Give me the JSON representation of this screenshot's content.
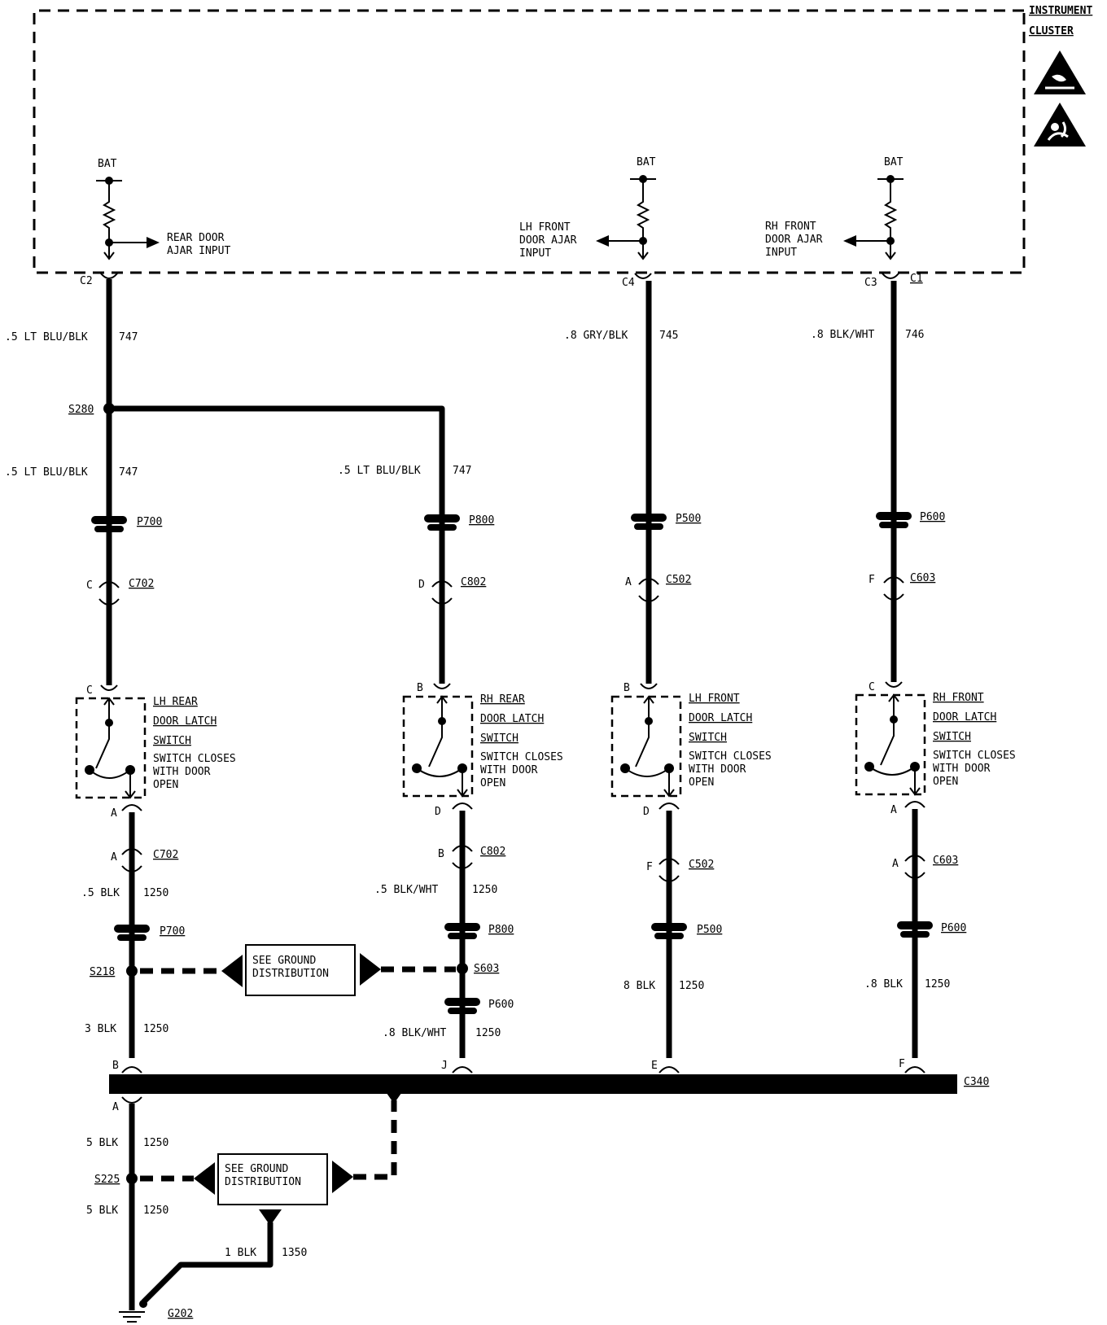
{
  "instrument_cluster": {
    "title_line1": "INSTRUMENT",
    "title_line2": "CLUSTER",
    "warning_icons": [
      "esd-sensitive-warning-icon",
      "airbag-warning-icon"
    ]
  },
  "bat_label": "BAT",
  "inputs": {
    "rear": [
      "REAR DOOR",
      "AJAR INPUT"
    ],
    "lh_front": [
      "LH FRONT",
      "DOOR AJAR",
      "INPUT"
    ],
    "rh_front": [
      "RH FRONT",
      "DOOR AJAR",
      "INPUT"
    ]
  },
  "cluster_connectors": {
    "c2": "C2",
    "c4": "C4",
    "c3": "C3",
    "c1": "C1"
  },
  "wire_labels": {
    "w747_a": ".5 LT BLU/BLK",
    "n747_a": "747",
    "w747_b": ".5 LT BLU/BLK",
    "n747_b": "747",
    "w747_c": ".5 LT BLU/BLK",
    "n747_c": "747",
    "w745": ".8 GRY/BLK",
    "n745": "745",
    "w746": ".8 BLK/WHT",
    "n746": "746",
    "g1": ".5 BLK",
    "g1n": "1250",
    "g2": ".5 BLK/WHT",
    "g2n": "1250",
    "g3": "3 BLK",
    "g3n": "1250",
    "g4": ".8 BLK/WHT",
    "g4n": "1250",
    "g5": "8 BLK",
    "g5n": "1250",
    "g6": ".8 BLK",
    "g6n": "1250",
    "g7": "5 BLK",
    "g7n": "1250",
    "g8": "5 BLK",
    "g8n": "1250",
    "g9": "1 BLK",
    "g9n": "1350"
  },
  "splices": {
    "s280": "S280",
    "s218": "S218",
    "s603": "S603",
    "s225": "S225"
  },
  "passthroughs": {
    "p700a": "P700",
    "p800a": "P800",
    "p500a": "P500",
    "p600a": "P600",
    "p700b": "P700",
    "p800b": "P800",
    "p500b": "P500",
    "p600b": "P600",
    "p600c": "P600"
  },
  "connectors": {
    "c702a": "C702",
    "c802a": "C802",
    "c502a": "C502",
    "c603a": "C603",
    "c702b": "C702",
    "c802b": "C802",
    "c502b": "C502",
    "c603b": "C603",
    "c340": "C340"
  },
  "pins": {
    "c702a": "C",
    "c802a": "D",
    "c502a": "A",
    "c603a": "F",
    "sw1_top": "C",
    "sw2_top": "B",
    "sw3_top": "B",
    "sw4_top": "C",
    "sw1_bot": "A",
    "sw2_bot": "D",
    "sw3_bot": "D",
    "sw4_bot": "A",
    "c702b": "A",
    "c802b": "B",
    "c502b": "F",
    "c603b": "A",
    "c340_b": "B",
    "c340_j": "J",
    "c340_e": "E",
    "c340_f": "F",
    "c340_a": "A"
  },
  "switches": [
    {
      "name": [
        "LH REAR",
        "DOOR LATCH",
        "SWITCH"
      ],
      "note": [
        "SWITCH CLOSES",
        "WITH DOOR",
        "OPEN"
      ]
    },
    {
      "name": [
        "RH REAR",
        "DOOR LATCH",
        "SWITCH"
      ],
      "note": [
        "SWITCH CLOSES",
        "WITH DOOR",
        "OPEN"
      ]
    },
    {
      "name": [
        "LH FRONT",
        "DOOR LATCH",
        "SWITCH"
      ],
      "note": [
        "SWITCH CLOSES",
        "WITH DOOR",
        "OPEN"
      ]
    },
    {
      "name": [
        "RH FRONT",
        "DOOR LATCH",
        "SWITCH"
      ],
      "note": [
        "SWITCH CLOSES",
        "WITH DOOR",
        "OPEN"
      ]
    }
  ],
  "ground_refs": {
    "upper": [
      "SEE GROUND",
      "DISTRIBUTION"
    ],
    "lower": [
      "SEE GROUND",
      "DISTRIBUTION"
    ]
  },
  "ground": "G202"
}
